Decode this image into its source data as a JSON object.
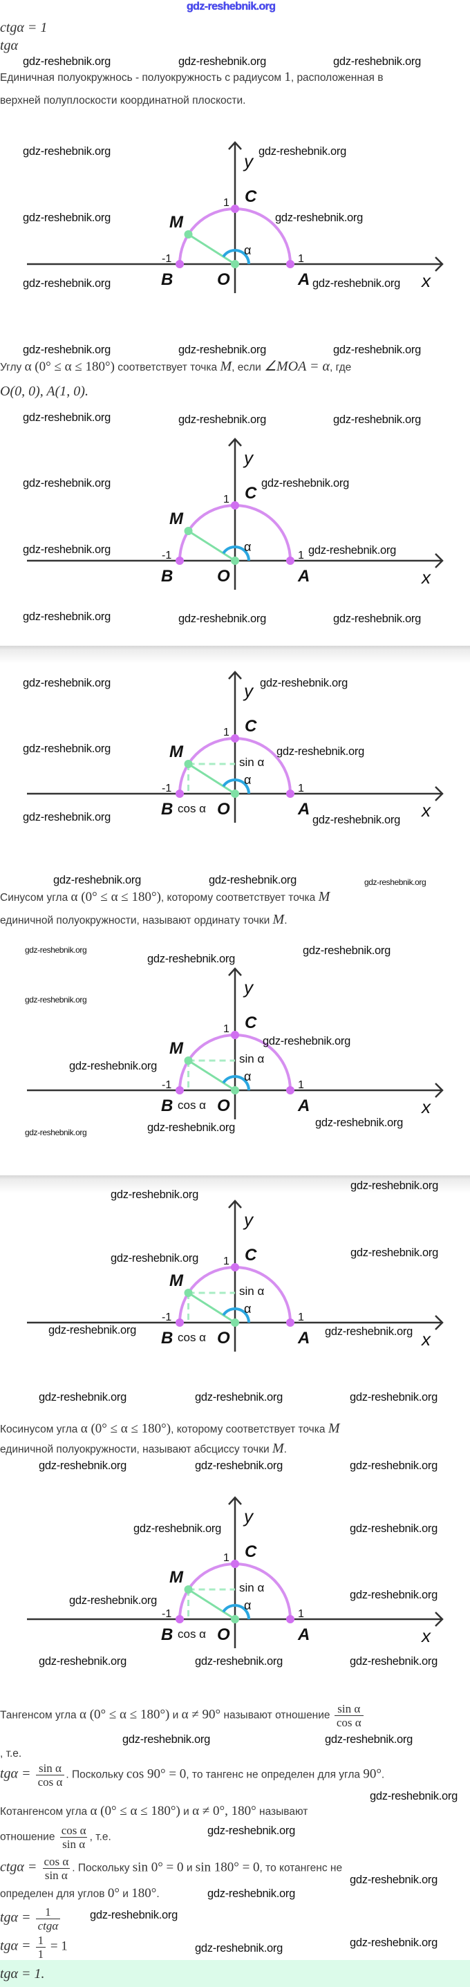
{
  "header": {
    "logo": "gdz-reshebnik.org"
  },
  "watermark": "gdz-reshebnik.org",
  "top": {
    "ctg_eq": "ctgα = 1",
    "tg": "tgα"
  },
  "p1": {
    "l1a": "Единичная полуокружнось - полуокружность с радиусом ",
    "l1b": "1",
    "l1c": ", расположенная в",
    "l2": "верхней полуплоскости координатной плоскости."
  },
  "p2": {
    "l1a": "Углу ",
    "l1b": "α (0° ≤ α ≤ 180°)",
    "l1c": " соответствует точка ",
    "l1d": "M",
    "l1e": ", если ",
    "l1f": "∠MOA = α",
    "l1g": ", где",
    "l2": "O(0, 0), A(1, 0)."
  },
  "sine": {
    "l1a": "Синусом угла ",
    "l1b": "α (0° ≤ α ≤ 180°)",
    "l1c": ", которому соответствует точка ",
    "l1d": "M",
    "l2a": "единичной полуокружности, называют ординату точки ",
    "l2b": "M",
    "l2c": "."
  },
  "cosine": {
    "l1a": "Косинусом угла ",
    "l1b": "α (0° ≤ α ≤ 180°)",
    "l1c": ", которому соответствует точка ",
    "l1d": "M",
    "l2a": "единичной полуокружности, называют абсциссу точки ",
    "l2b": "M",
    "l2c": "."
  },
  "tangent": {
    "l1a": "Тангенсом угла ",
    "l1b": "α (0° ≤ α ≤ 180°)",
    "l1c": " и ",
    "l1d": "α ≠ 90°",
    "l1e": " называют отношение ",
    "frac_num": "sin α",
    "frac_den": "cos α",
    "l2": ", т.е.",
    "l3a": "tgα = ",
    "l3b": ". Поскольку ",
    "l3c": "cos 90° = 0",
    "l3d": ", то тангенс не определен для угла ",
    "l3e": "90°",
    "l3f": "."
  },
  "cotangent": {
    "l1a": "Котангенсом угла ",
    "l1b": "α (0° ≤ α ≤ 180°)",
    "l1c": " и ",
    "l1d": "α ≠ 0°, 180°",
    "l1e": " называют",
    "l2a": "отношение ",
    "frac_num": "cos α",
    "frac_den": "sin α",
    "l2b": ", т.е.",
    "l3a": "ctgα = ",
    "l3b": ". Поскольку ",
    "l3c": "sin 0° = 0",
    "l3d": " и ",
    "l3e": "sin 180° = 0",
    "l3f": ", то котангенс не",
    "l4a": "определен для углов ",
    "l4b": "0°",
    "l4c": " и ",
    "l4d": "180°",
    "l4e": "."
  },
  "solution": {
    "f1a": "tgα = ",
    "f1_num": "1",
    "f1_den": "ctgα",
    "f2a": "tgα = ",
    "f2_num": "1",
    "f2_den": "1",
    "f2b": " = 1",
    "answer": "tgα = 1."
  },
  "diagram_labels": {
    "y": "y",
    "x": "x",
    "C": "C",
    "M": "M",
    "O": "O",
    "A": "A",
    "B": "B",
    "one_y": "1",
    "one_x": "1",
    "minus_one": "-1",
    "alpha": "α",
    "sin": "sin α",
    "cos": "cos α"
  },
  "diagram_colors": {
    "axis": "#333333",
    "semicircle": "#d68ff0",
    "points": "#d070f0",
    "radius": "#7fe0a5",
    "dashes": "#a8ecc4",
    "angle_arc": "#2aa6e0"
  },
  "diagram_point_M_angle_deg": 147.5
}
